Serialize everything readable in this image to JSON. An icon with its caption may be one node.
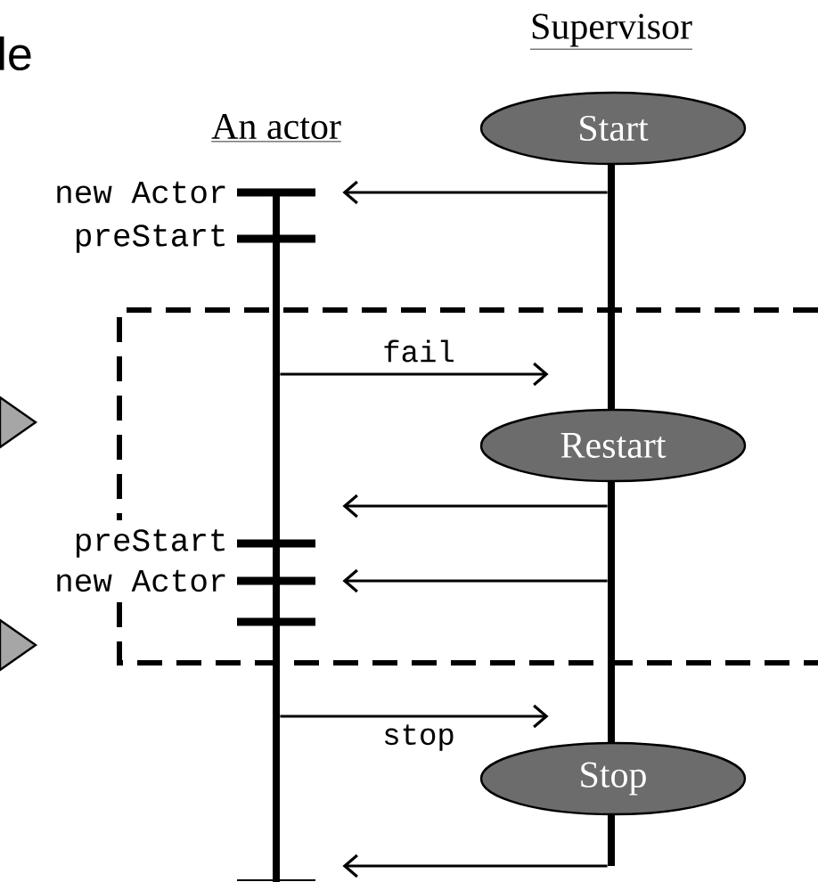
{
  "diagram": {
    "nodes": [
      {
        "text": [
          "An actor"
        ]
      },
      {
        "text": [
          "Supervisor"
        ]
      },
      {
        "text": [
          "Start"
        ]
      },
      {
        "text": [
          "Restart"
        ]
      },
      {
        "text": [
          "Stop"
        ]
      }
    ],
    "edges": [
      {
        "from": 1,
        "to": 0,
        "arrow": "to"
      },
      {
        "from": 0,
        "to": 1,
        "arrow": "to",
        "label": "fail"
      },
      {
        "from": 1,
        "to": 0,
        "arrow": "to"
      },
      {
        "from": 1,
        "to": 0,
        "arrow": "to"
      },
      {
        "from": 0,
        "to": 1,
        "arrow": "to",
        "label": "stop"
      },
      {
        "from": 1,
        "to": 0,
        "arrow": "to"
      }
    ],
    "labels": [
      "le",
      "new Actor",
      "preStart",
      "preStart",
      "new Actor"
    ]
  }
}
